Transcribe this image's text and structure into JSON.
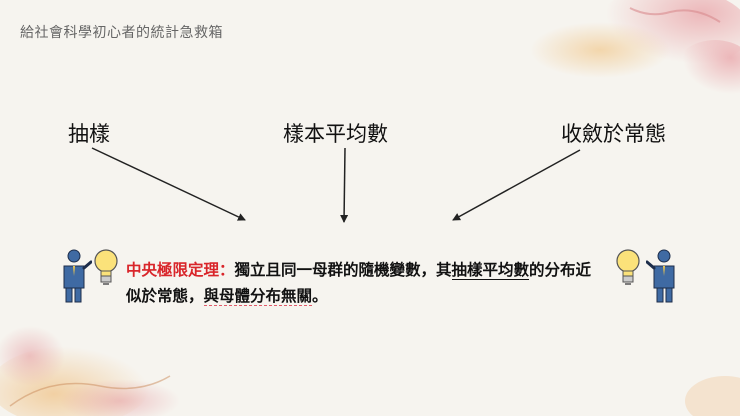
{
  "header": {
    "title": "給社會科學初心者的統計急救箱"
  },
  "terms": [
    {
      "label": "抽樣"
    },
    {
      "label": "樣本平均數"
    },
    {
      "label": "收斂於常態"
    }
  ],
  "theorem": {
    "name": "中央極限定理：",
    "part1": "獨立且同一母群的隨機變數，其",
    "underline1": "抽樣平均數",
    "part2": "的分布近似於常態，",
    "underline2": "與母體分布無關",
    "end": "。"
  },
  "colors": {
    "accent": "#d9252a",
    "background": "#f6f4ef"
  },
  "icons": [
    "presenter-icon",
    "lightbulb-icon"
  ]
}
